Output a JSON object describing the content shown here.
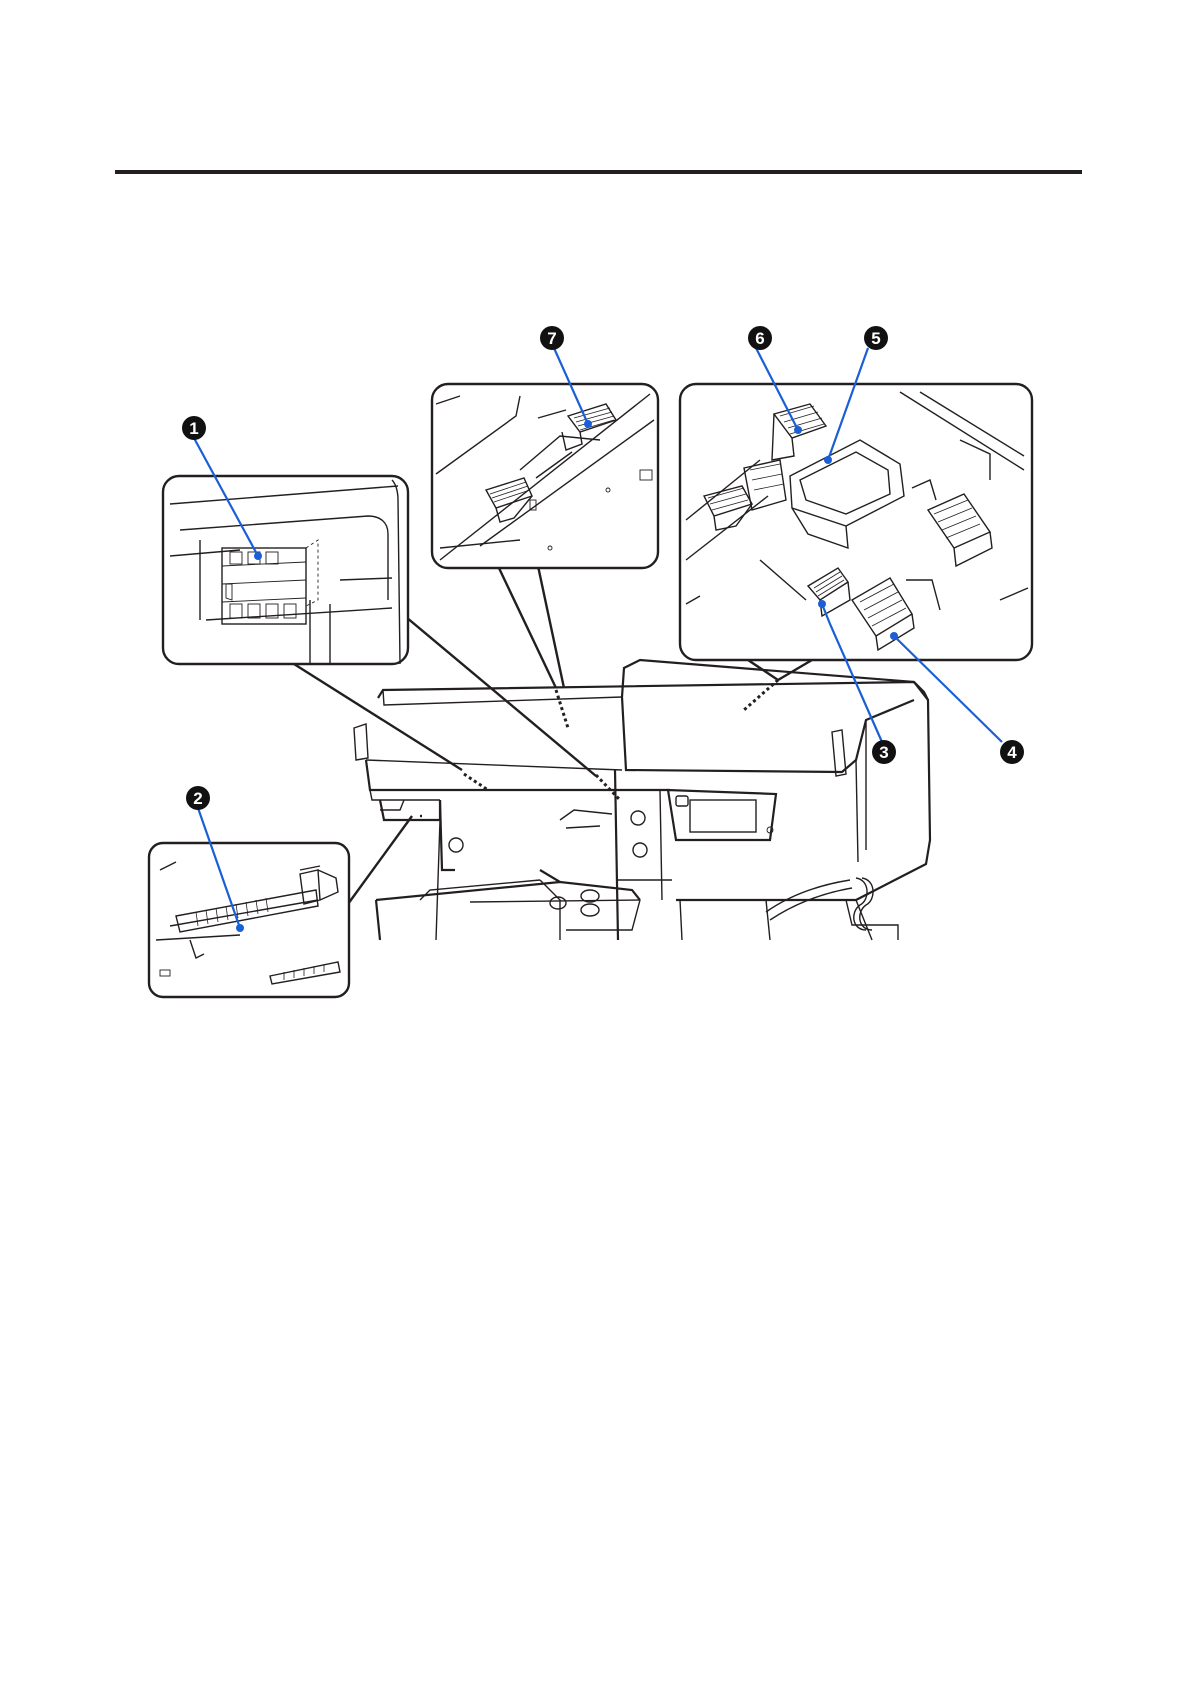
{
  "callouts": [
    {
      "id": "c1",
      "label": "1"
    },
    {
      "id": "c2",
      "label": "2"
    },
    {
      "id": "c3",
      "label": "3"
    },
    {
      "id": "c4",
      "label": "4"
    },
    {
      "id": "c5",
      "label": "5"
    },
    {
      "id": "c6",
      "label": "6"
    },
    {
      "id": "c7",
      "label": "7"
    }
  ],
  "colors": {
    "rule": "#231f20",
    "leader": "#1a5fd6",
    "badge": "#111111"
  }
}
